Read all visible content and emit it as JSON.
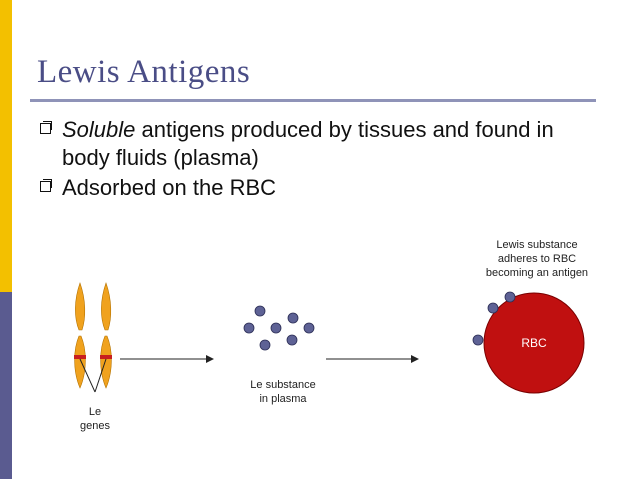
{
  "slide": {
    "title": "Lewis Antigens",
    "bullets": [
      {
        "emphasis": "Soluble",
        "text": " antigens produced by tissues and found in body fluids (plasma)"
      },
      {
        "emphasis": "",
        "text": "Adsorbed on the RBC"
      }
    ]
  },
  "diagram": {
    "genes_label_1": "Le",
    "genes_label_2": "genes",
    "substance_label_1": "Le substance",
    "substance_label_2": "in plasma",
    "rbc_label": "RBC",
    "adheres_label_1": "Lewis substance",
    "adheres_label_2": "adheres to RBC",
    "adheres_label_3": "becoming an antigen"
  },
  "colors": {
    "accent_top": "#f3c000",
    "accent_bottom": "#5a5b90",
    "title": "#4a4d86",
    "chromosome": "#f0a21e",
    "chromosome_band": "#c81f1f",
    "molecule": "#5e6295",
    "rbc": "#c01010"
  }
}
